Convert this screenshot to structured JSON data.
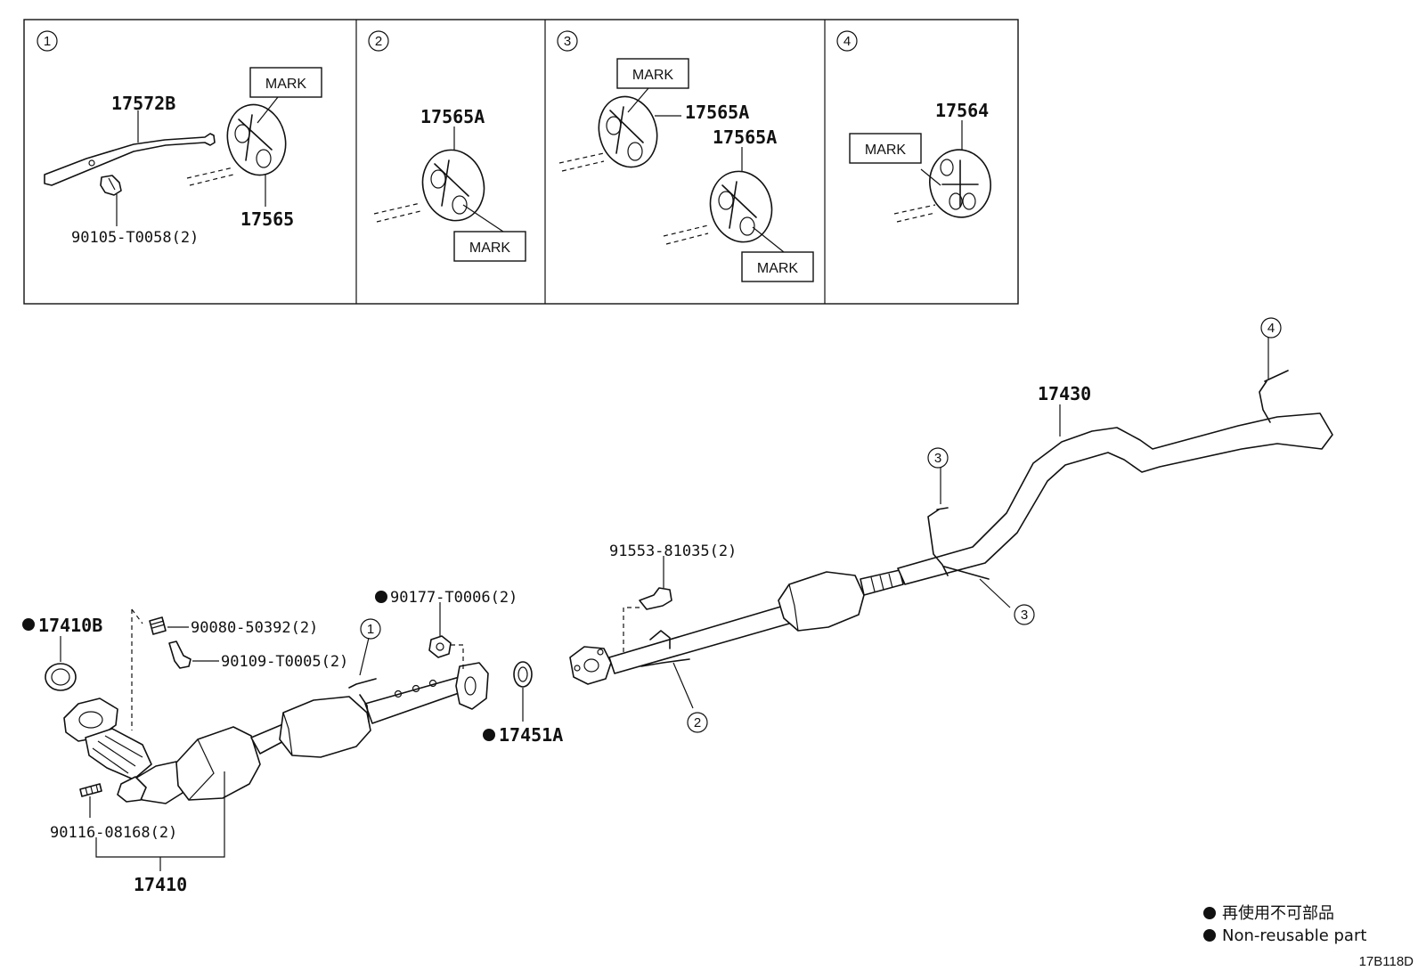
{
  "panels": {
    "p1": {
      "num": "1",
      "parts": [
        "17572B",
        "17565",
        "90105-T0058(2)"
      ],
      "mark": "MARK"
    },
    "p2": {
      "num": "2",
      "parts": [
        "17565A"
      ],
      "mark": "MARK"
    },
    "p3": {
      "num": "3",
      "parts": [
        "17565A",
        "17565A"
      ],
      "marks": [
        "MARK",
        "MARK"
      ]
    },
    "p4": {
      "num": "4",
      "parts": [
        "17564"
      ],
      "mark": "MARK"
    }
  },
  "main": {
    "parts": {
      "p17410B": "17410B",
      "p90080": "90080-50392(2)",
      "p90109": "90109-T0005(2)",
      "p90177": "90177-T0006(2)",
      "p17451A": "17451A",
      "p90116": "90116-08168(2)",
      "p17410": "17410",
      "p91553": "91553-81035(2)",
      "p17430": "17430"
    },
    "callouts": {
      "c1": "1",
      "c2": "2",
      "c3a": "3",
      "c3b": "3",
      "c4": "4"
    }
  },
  "legend": {
    "line1": "再使用不可部品",
    "line2": "Non-reusable part"
  },
  "diagram_code": "17B118D"
}
